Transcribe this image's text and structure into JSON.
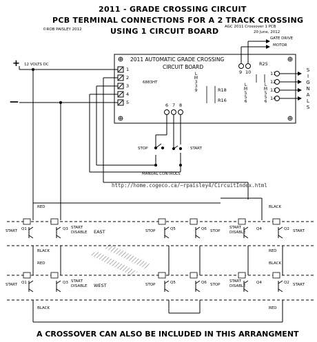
{
  "header": {
    "line1": "2011 - GRADE CROSSING CIRCUIT",
    "line2": "PCB TERMINAL CONNECTIONS FOR A 2 TRACK CROSSING",
    "line3": "USING 1 CIRCUIT BOARD",
    "copyright": "©ROB PAISLEY 2012",
    "ref": "AGC 2011 Crossover 1 PCB",
    "date": "20 June, 2012"
  },
  "board": {
    "title1": "2011 AUTOMATIC GRADE CROSSING",
    "title2": "CIRCUIT BOARD",
    "chip1": "LM339",
    "chip2": "LM556",
    "chip3": "LM556",
    "part_4n": "6883HT",
    "r18": "R18",
    "r16": "R16",
    "r25": "R25",
    "left_terms": [
      "1",
      "2",
      "3",
      "4",
      "5"
    ],
    "mid_terms": [
      "6",
      "7",
      "8"
    ],
    "top_terms": [
      "9",
      "10"
    ],
    "right_terms": [
      "11",
      "12",
      "13",
      "14"
    ]
  },
  "supply": {
    "plus": "+",
    "minus": "—",
    "voltage": "12 VOLTS DC"
  },
  "outputs": {
    "gate_drive": "GATE DRIVE",
    "motor": "MOTOR",
    "signals": "SIGNALS"
  },
  "controls": {
    "stop": "STOP",
    "start": "START",
    "manual": "MANUAL CONTROLS"
  },
  "url": "http://home.cogeco.ca/~rpaisley4/CircuitIndex.html",
  "tracks": {
    "east": "EAST",
    "west": "WEST",
    "red": "RED",
    "black": "BLACK",
    "start": "START",
    "stop": "STOP",
    "start_disable_1": "START",
    "start_disable_2": "DISABLE",
    "q": [
      "Q1",
      "Q3",
      "Q5",
      "Q6",
      "Q4",
      "Q2"
    ]
  },
  "footer": "A CROSSOVER CAN ALSO BE INCLUDED IN THIS ARRANGMENT"
}
